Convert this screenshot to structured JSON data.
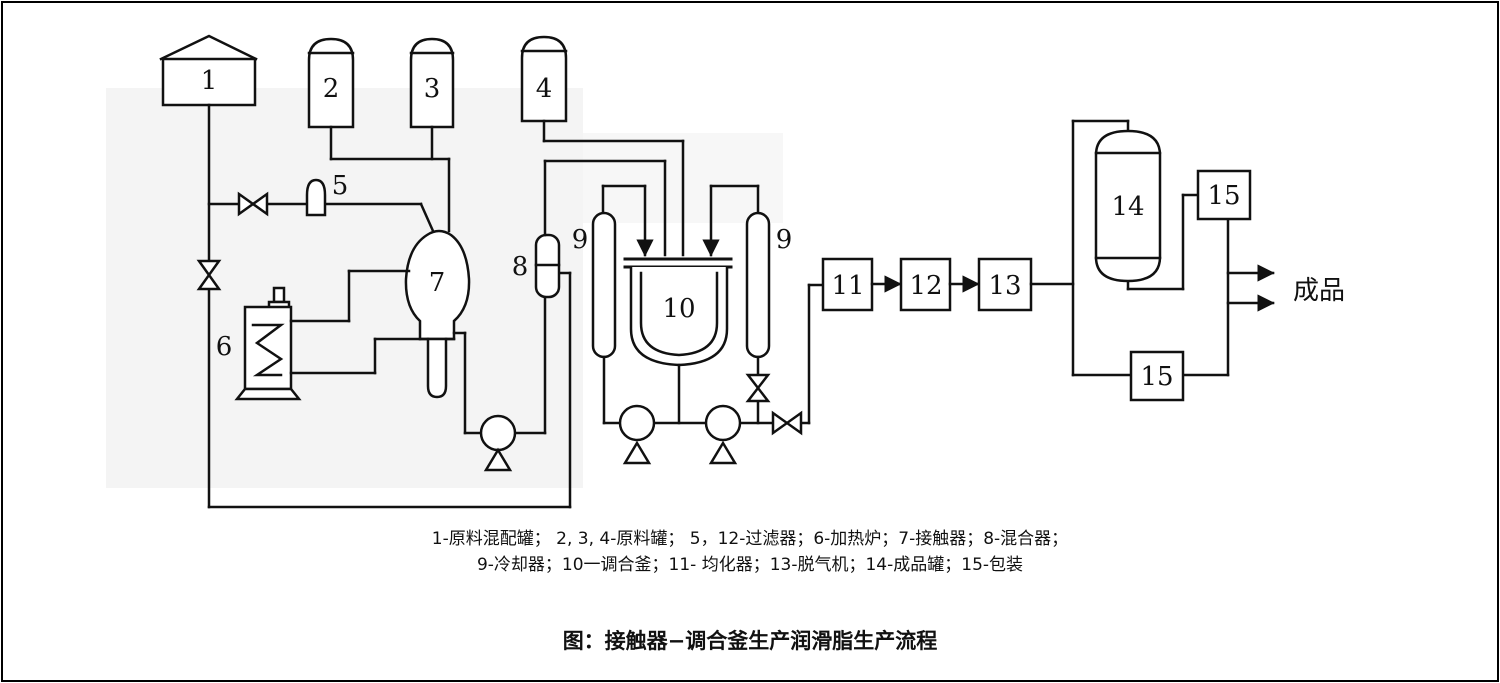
{
  "labels": {
    "tank1": "1",
    "tank2": "2",
    "tank3": "3",
    "tank4": "4",
    "filter5": "5",
    "furnace6": "6",
    "contactor7": "7",
    "mixer8": "8",
    "cooler9_left": "9",
    "cooler9_right": "9",
    "kettle10": "10",
    "homogenizer11": "11",
    "filter12": "12",
    "degasser13": "13",
    "product_tank14": "14",
    "pack15_top": "15",
    "pack15_bottom": "15"
  },
  "product_label": "成品",
  "legend": {
    "line1": "1-原料混配罐； 2, 3, 4-原料罐；  5，12-过滤器；6-加热炉；7-接触器；8-混合器；",
    "line2": "9-冷却器；10一调合釜；11- 均化器；13-脱气机；14-成品罐；15-包装"
  },
  "title": "图：接触器−调合釜生产润滑脂生产流程"
}
